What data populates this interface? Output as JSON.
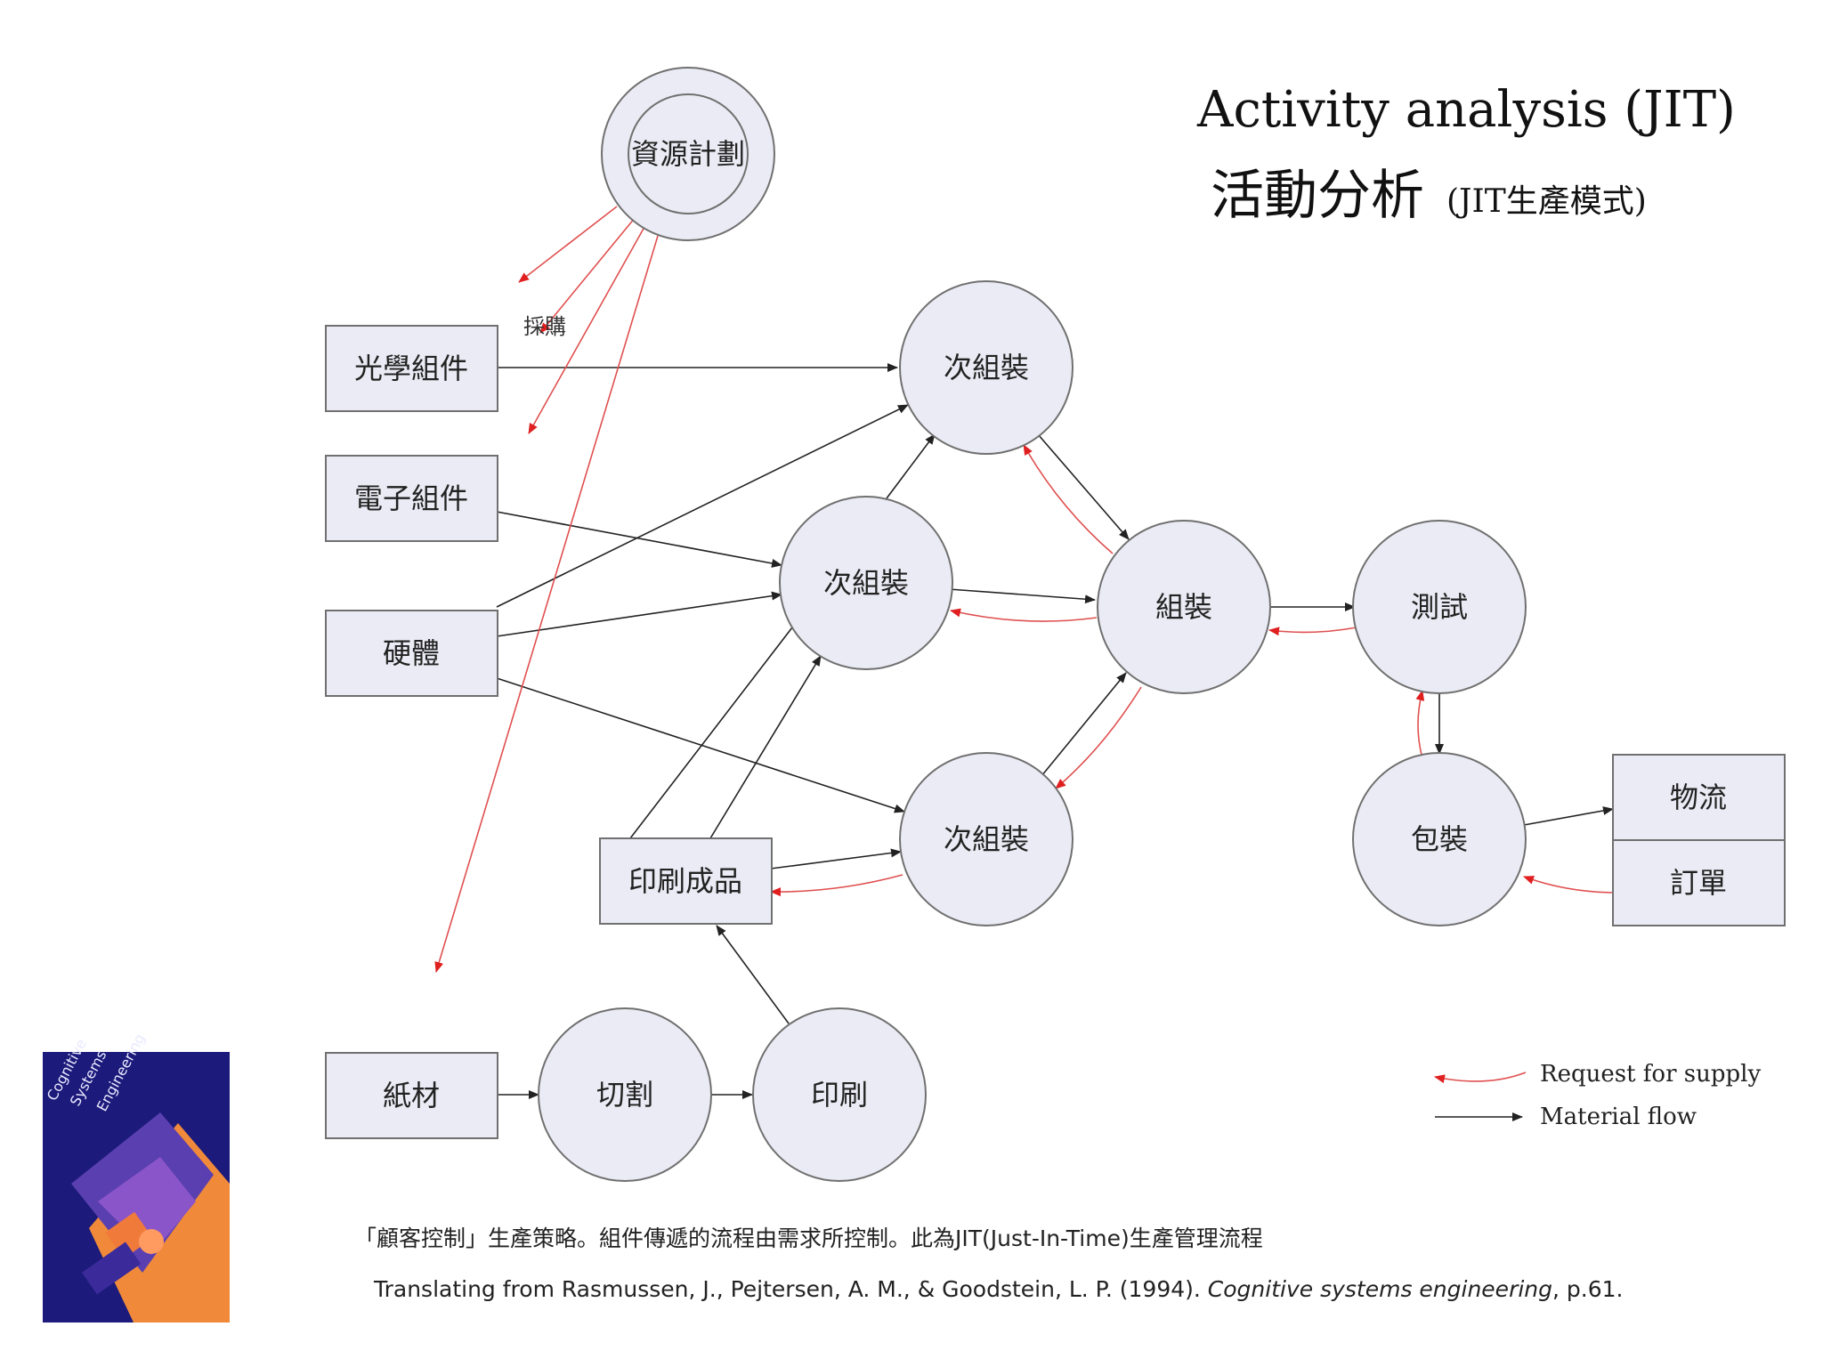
{
  "title": {
    "en": "Activity analysis (JIT)",
    "zh": "活動分析",
    "zh_sub": "(JIT生產模式)"
  },
  "nodes": {
    "resource_planning": "資源計劃",
    "optical": "光學組件",
    "electronic": "電子組件",
    "hardware": "硬體",
    "paper": "紙材",
    "subassembly_top": "次組裝",
    "subassembly_mid": "次組裝",
    "subassembly_bottom": "次組裝",
    "assembly": "組裝",
    "testing": "測試",
    "packaging": "包裝",
    "printed_product": "印刷成品",
    "cutting": "切割",
    "printing": "印刷",
    "logistics": "物流",
    "orders": "訂單"
  },
  "labels": {
    "purchase": "採購"
  },
  "legend": {
    "request": "Request for supply",
    "material": "Material flow"
  },
  "colors": {
    "request": "#e05050",
    "material": "#222222",
    "node_fill": "#ebebf5"
  },
  "caption": {
    "line1": "「顧客控制」生產策略。組件傳遞的流程由需求所控制。此為JIT(Just-In-Time)生產管理流程",
    "line2_prefix": "Translating from Rasmussen, J., Pejtersen, A. M., & Goodstein, L. P. (1994). ",
    "line2_title": "Cognitive systems engineering",
    "line2_suffix": ", p.61."
  },
  "book": {
    "title_1": "Cognitive",
    "title_2": "Systems",
    "title_3": "Engineering"
  }
}
